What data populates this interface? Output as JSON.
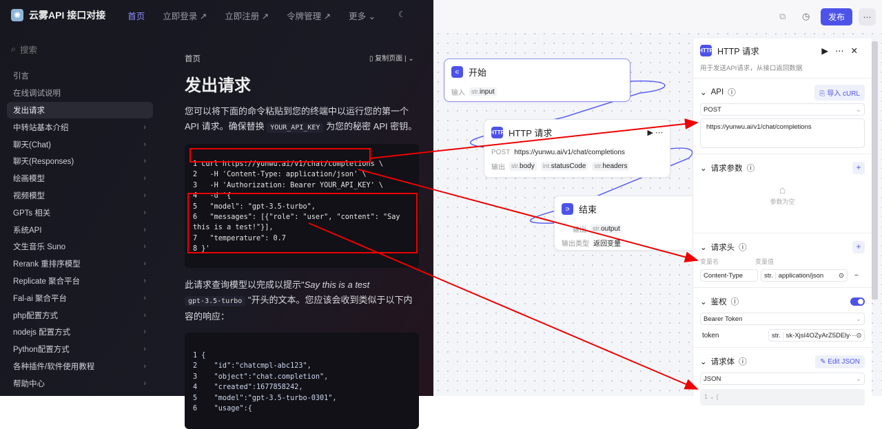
{
  "header": {
    "brand": "云雾API 接口对接",
    "nav": [
      "首页",
      "立即登录 ↗",
      "立即注册 ↗",
      "令牌管理 ↗",
      "更多 ⌄"
    ]
  },
  "search": {
    "placeholder": "搜索"
  },
  "sidebar": {
    "items": [
      {
        "label": "引言",
        "chev": false
      },
      {
        "label": "在线调试说明",
        "chev": false
      },
      {
        "label": "发出请求",
        "chev": false,
        "active": true
      },
      {
        "label": "中转站基本介绍",
        "chev": true
      },
      {
        "label": "聊天(Chat)",
        "chev": true
      },
      {
        "label": "聊天(Responses)",
        "chev": true
      },
      {
        "label": "绘画模型",
        "chev": true
      },
      {
        "label": "视频模型",
        "chev": true
      },
      {
        "label": "GPTs 相关",
        "chev": true
      },
      {
        "label": "系统API",
        "chev": true
      },
      {
        "label": "文生音乐 Suno",
        "chev": true
      },
      {
        "label": "Rerank 重排序模型",
        "chev": true
      },
      {
        "label": "Replicate 聚合平台",
        "chev": true
      },
      {
        "label": "Fal-ai 聚合平台",
        "chev": true
      },
      {
        "label": "php配置方式",
        "chev": true
      },
      {
        "label": "nodejs 配置方式",
        "chev": true
      },
      {
        "label": "Python配置方式",
        "chev": true
      },
      {
        "label": "各种插件/软件使用教程",
        "chev": true
      },
      {
        "label": "帮助中心",
        "chev": true
      }
    ]
  },
  "doc": {
    "breadcrumb": "首页",
    "copy_page": "复制页面",
    "title": "发出请求",
    "intro_a": "您可以将下面的命令粘贴到您的终端中以运行您的第一个 API 请求。确保替换",
    "intro_code": "YOUR_API_KEY",
    "intro_b": "为您的秘密 API 密钥。",
    "code1": "1 curl https://yunwu.ai/v1/chat/completions \\\n2   -H 'Content-Type: application/json' \\\n3   -H 'Authorization: Bearer YOUR_API_KEY' \\\n4   -d '{\n5   \"model\": \"gpt-3.5-turbo\",\n6   \"messages\": [{\"role\": \"user\", \"content\": \"Say this is a test!\"}],\n7   \"temperature\": 0.7\n8 }'",
    "resp_a": "此请求查询模型以完成以提示\"",
    "resp_em": "Say this is a test",
    "resp_code": "gpt-3.5-turbo",
    "resp_b": "\"开头的文本。您应该会收到类似于以下内容的响应：",
    "code2": "1 {\n2    \"id\":\"chatcmpl-abc123\",\n3    \"object\":\"chat.completion\",\n4    \"created\":1677858242,\n5    \"model\":\"gpt-3.5-turbo-0301\",\n6    \"usage\":{"
  },
  "toolbar": {
    "publish": "发布"
  },
  "nodes": {
    "start": {
      "title": "开始",
      "in_label": "输入",
      "var": "input",
      "type": "str."
    },
    "http": {
      "title": "HTTP 请求",
      "method": "POST",
      "url": "https://yunwu.ai/v1/chat/completions",
      "out_label": "输出",
      "outs": [
        {
          "t": "str.",
          "n": "body"
        },
        {
          "t": "int.",
          "n": "statusCode"
        },
        {
          "t": "str.",
          "n": "headers"
        }
      ]
    },
    "end": {
      "title": "结束",
      "out_label": "输出",
      "var": "output",
      "type": "str.",
      "otype_label": "输出类型",
      "otype": "返回变量"
    }
  },
  "panel": {
    "title": "HTTP 请求",
    "desc": "用于发送API请求，从接口返回数据",
    "api": {
      "label": "API",
      "import": "导入 cURL",
      "method": "POST",
      "url": "https://yunwu.ai/v1/chat/completions"
    },
    "params": {
      "label": "请求参数",
      "empty": "参数为空"
    },
    "headers": {
      "label": "请求头",
      "col_name": "变量名",
      "col_value": "变量值",
      "name": "Content-Type",
      "type": "str.",
      "value": "application/json"
    },
    "auth": {
      "label": "鉴权",
      "enabled": true,
      "type": "Bearer Token",
      "token_label": "token",
      "token_type": "str.",
      "token": "sk-XjsI4OZyArZ5DEly···"
    },
    "body": {
      "label": "请求体",
      "edit": "Edit JSON",
      "type": "JSON",
      "line": "1 ⌄  {"
    }
  },
  "colors": {
    "accent": "#4d53e8",
    "annotation": "#e00000"
  }
}
